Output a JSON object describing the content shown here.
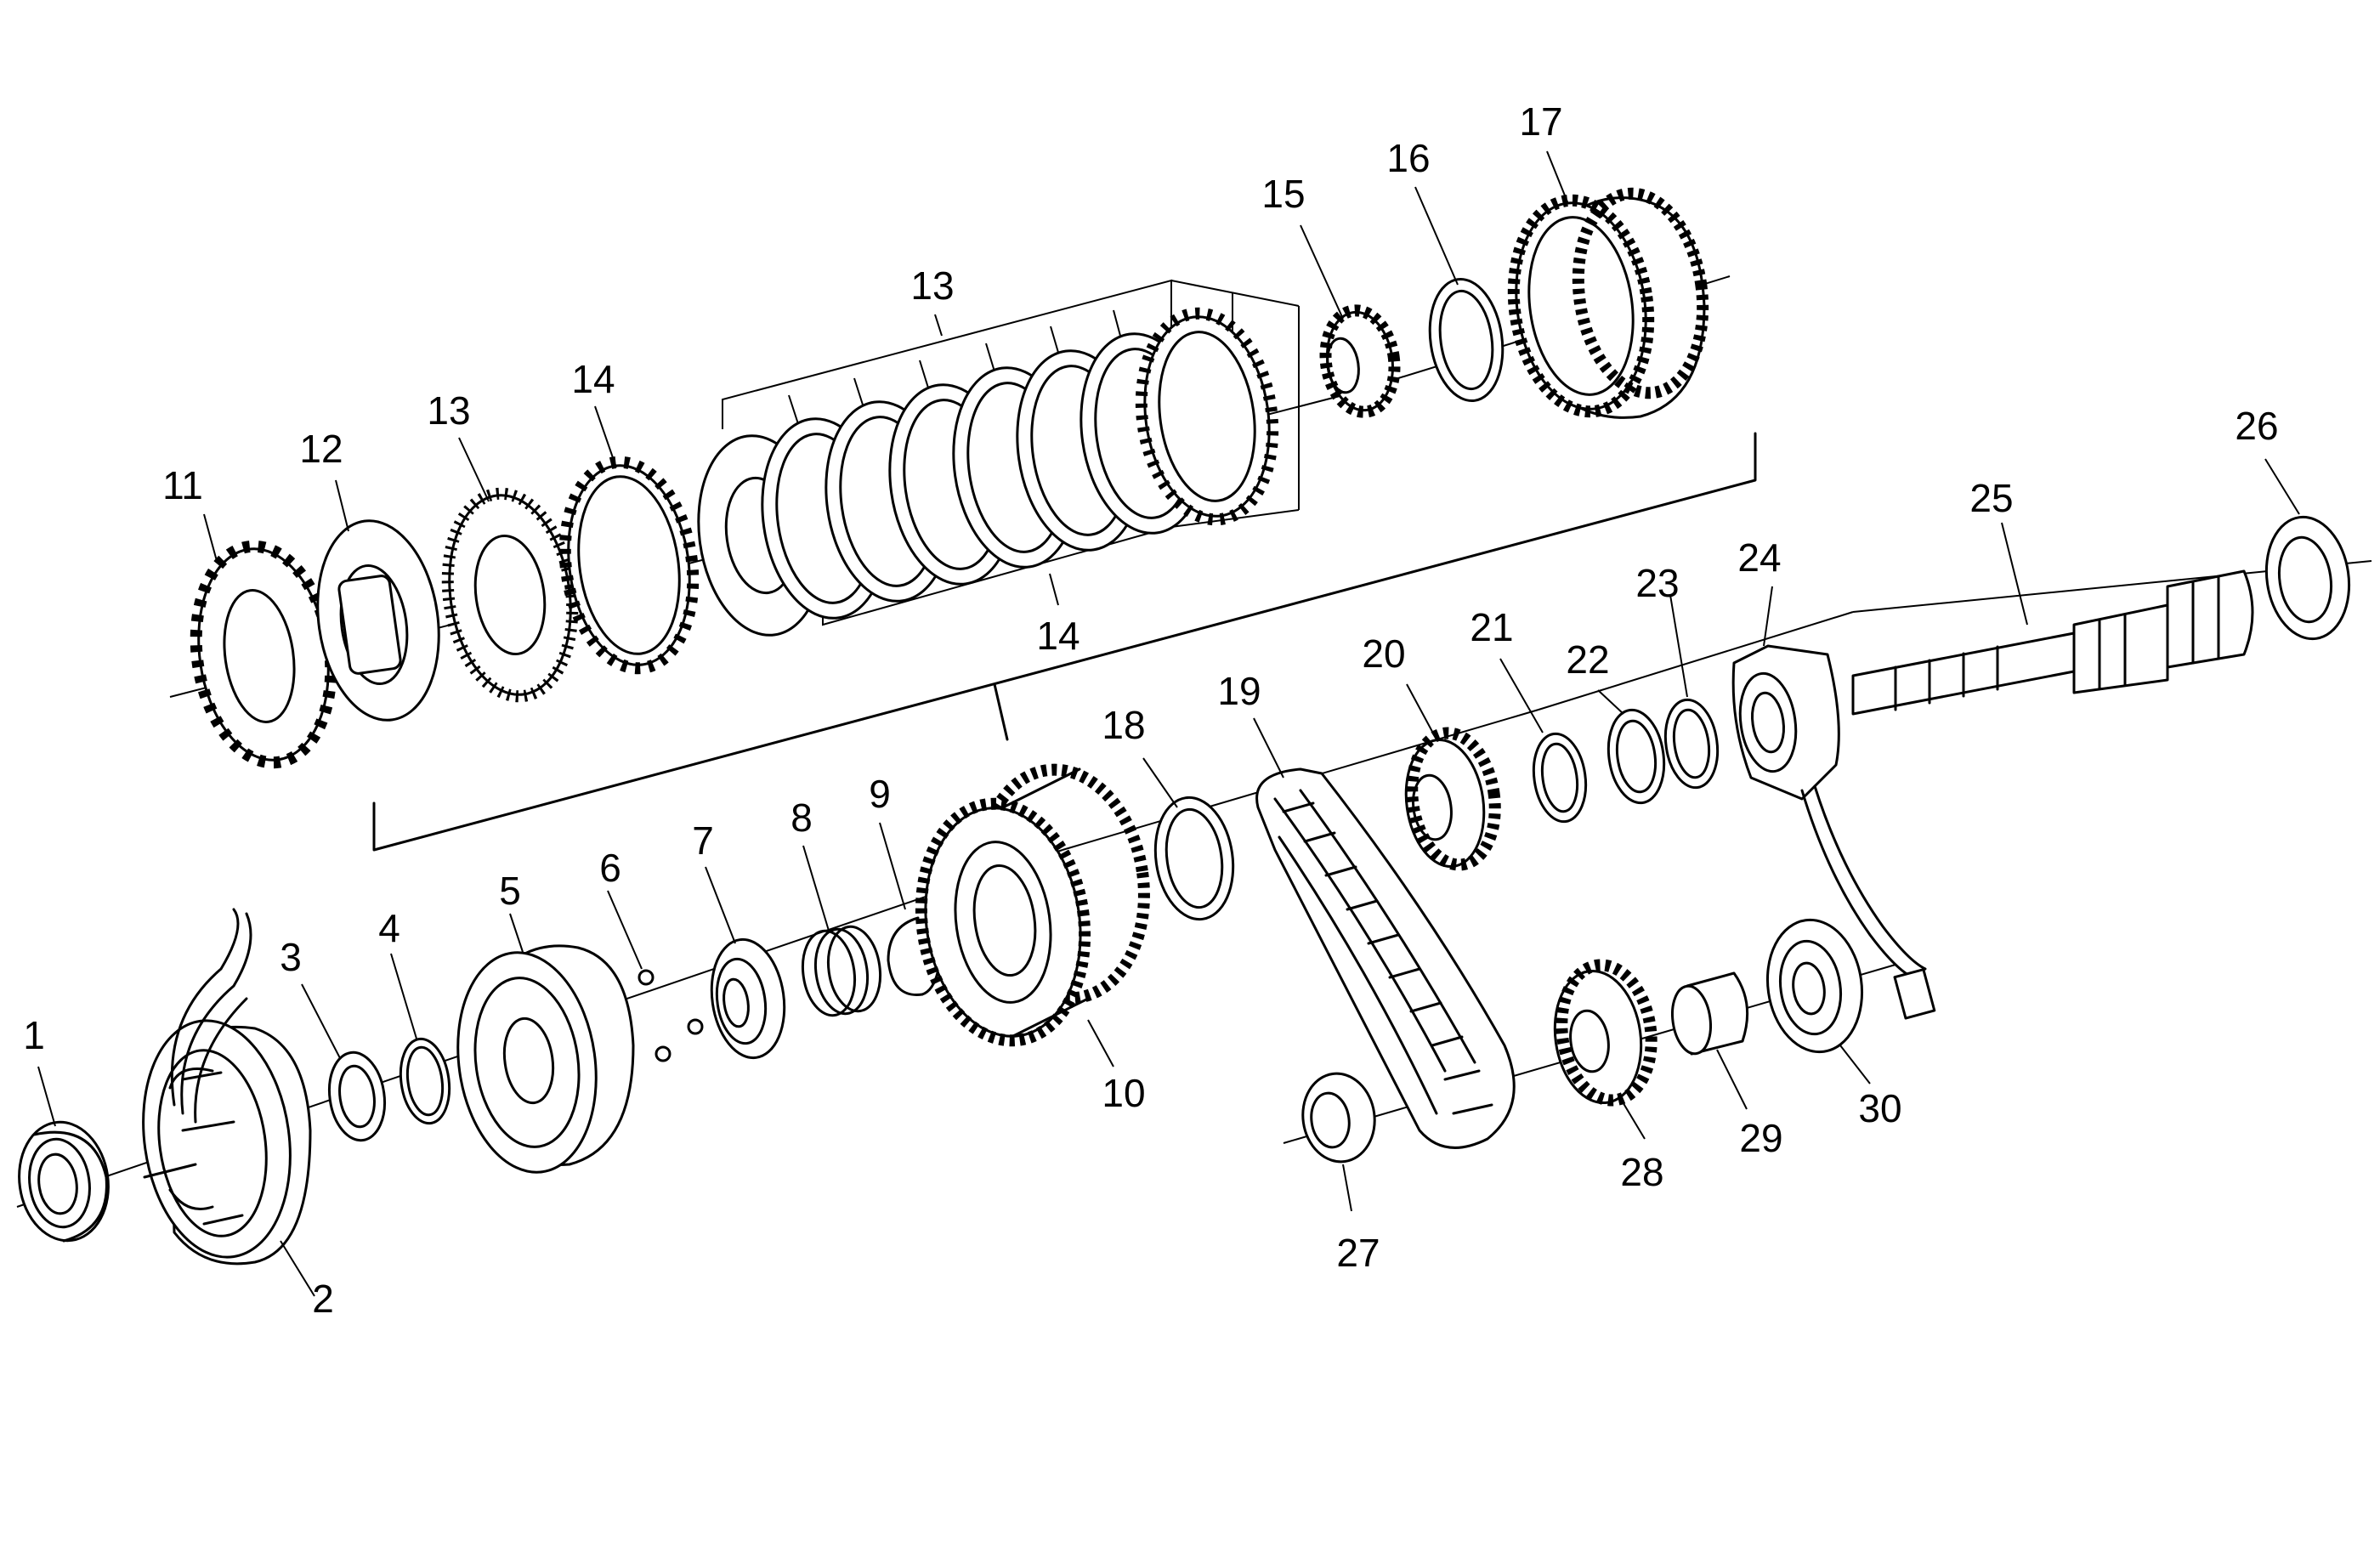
{
  "diagram": {
    "ink_color": "#000000",
    "background": "#ffffff",
    "callouts": [
      {
        "id": "1",
        "label": "1"
      },
      {
        "id": "2",
        "label": "2"
      },
      {
        "id": "3",
        "label": "3"
      },
      {
        "id": "4",
        "label": "4"
      },
      {
        "id": "5",
        "label": "5"
      },
      {
        "id": "6",
        "label": "6"
      },
      {
        "id": "7",
        "label": "7"
      },
      {
        "id": "8",
        "label": "8"
      },
      {
        "id": "9",
        "label": "9"
      },
      {
        "id": "10",
        "label": "10"
      },
      {
        "id": "11",
        "label": "11"
      },
      {
        "id": "12",
        "label": "12"
      },
      {
        "id": "13a",
        "label": "13"
      },
      {
        "id": "13b",
        "label": "13"
      },
      {
        "id": "14a",
        "label": "14"
      },
      {
        "id": "14b",
        "label": "14"
      },
      {
        "id": "15",
        "label": "15"
      },
      {
        "id": "16",
        "label": "16"
      },
      {
        "id": "17",
        "label": "17"
      },
      {
        "id": "18",
        "label": "18"
      },
      {
        "id": "19",
        "label": "19"
      },
      {
        "id": "20",
        "label": "20"
      },
      {
        "id": "21",
        "label": "21"
      },
      {
        "id": "22",
        "label": "22"
      },
      {
        "id": "23",
        "label": "23"
      },
      {
        "id": "24",
        "label": "24"
      },
      {
        "id": "25",
        "label": "25"
      },
      {
        "id": "26",
        "label": "26"
      },
      {
        "id": "27",
        "label": "27"
      },
      {
        "id": "28",
        "label": "28"
      },
      {
        "id": "29",
        "label": "29"
      },
      {
        "id": "30",
        "label": "30"
      }
    ]
  }
}
